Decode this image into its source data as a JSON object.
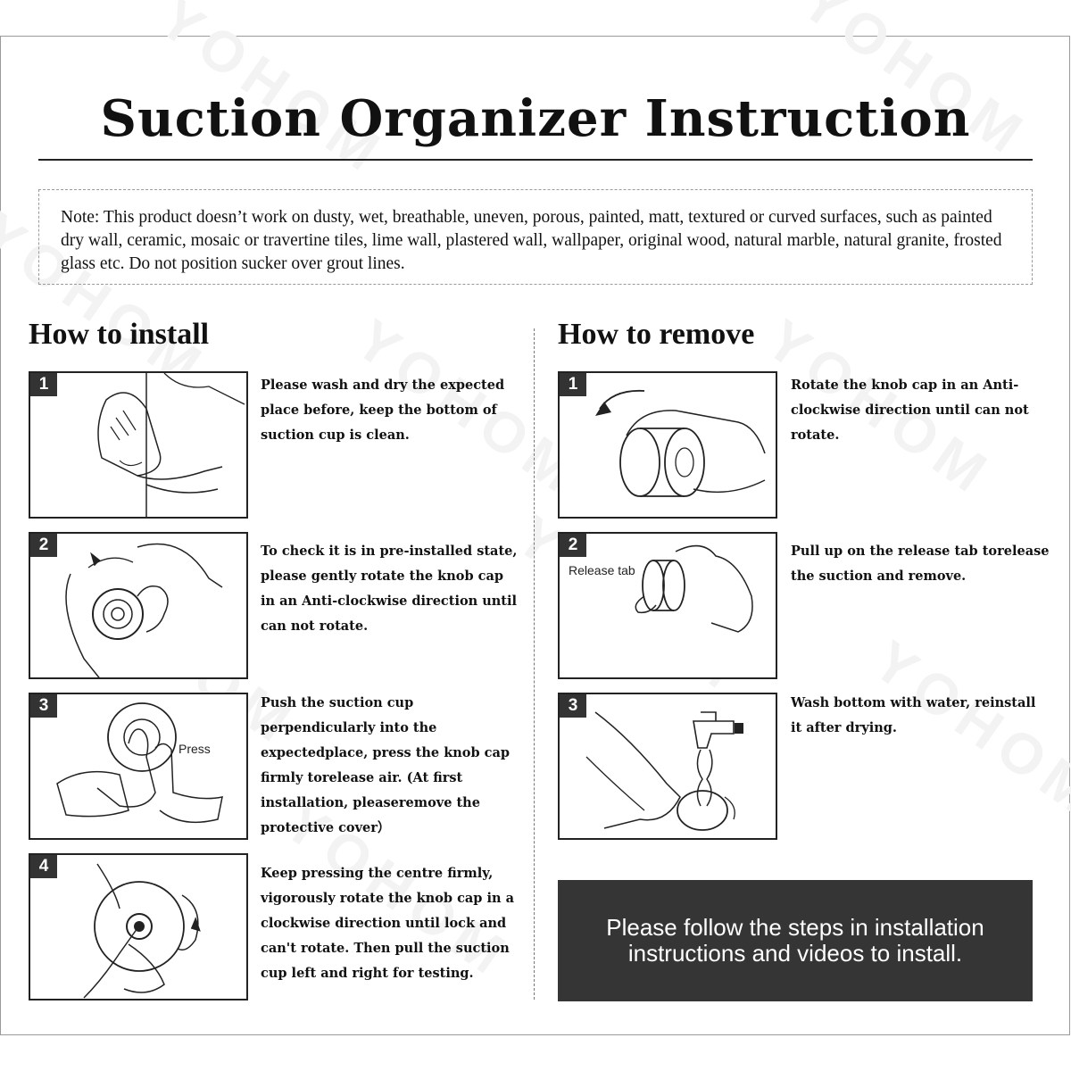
{
  "page": {
    "title": "Suction Organizer Instruction",
    "watermark": "YOHOM",
    "note": "Note:  This product doesn’t work on dusty, wet, breathable, uneven, porous, painted, matt, textured or curved surfaces, such as painted dry wall, ceramic, mosaic or travertine tiles, lime wall, plastered wall, wallpaper, original wood, natural marble, natural granite, frosted glass etc. Do not position sucker over grout lines."
  },
  "install": {
    "heading": "How to install",
    "steps": [
      {
        "num": "1",
        "text": "Please wash and dry the expected place before, keep the bottom of suction cup is clean.",
        "icon": "wipe-surface-icon"
      },
      {
        "num": "2",
        "text": "To check it is in pre-installed state, please gently rotate the knob cap in an Anti-clockwise direction until can not rotate.",
        "icon": "rotate-knob-icon"
      },
      {
        "num": "3",
        "text": "Push the suction cup perpendicularly into the expectedplace, press the knob cap firmly torelease air. (At first installation, pleaseremove the protective cover）",
        "icon": "press-cup-icon",
        "label": "Press"
      },
      {
        "num": "4",
        "text": "Keep pressing the centre firmly, vigorously rotate the knob cap in a clockwise direction until lock and can't rotate. Then pull the suction cup left and right for testing.",
        "icon": "lock-knob-icon"
      }
    ]
  },
  "remove": {
    "heading": "How to remove",
    "steps": [
      {
        "num": "1",
        "text": "Rotate the knob cap in an Anti-clockwise direction until can not rotate.",
        "icon": "unscrew-knob-icon"
      },
      {
        "num": "2",
        "text": "Pull up on the release tab torelease the suction and remove.",
        "icon": "release-tab-icon",
        "label": "Release tab"
      },
      {
        "num": "3",
        "text": "Wash bottom with water, reinstall it after drying.",
        "icon": "wash-faucet-icon"
      }
    ]
  },
  "callout": "Please follow the steps in installation instructions and videos to install."
}
